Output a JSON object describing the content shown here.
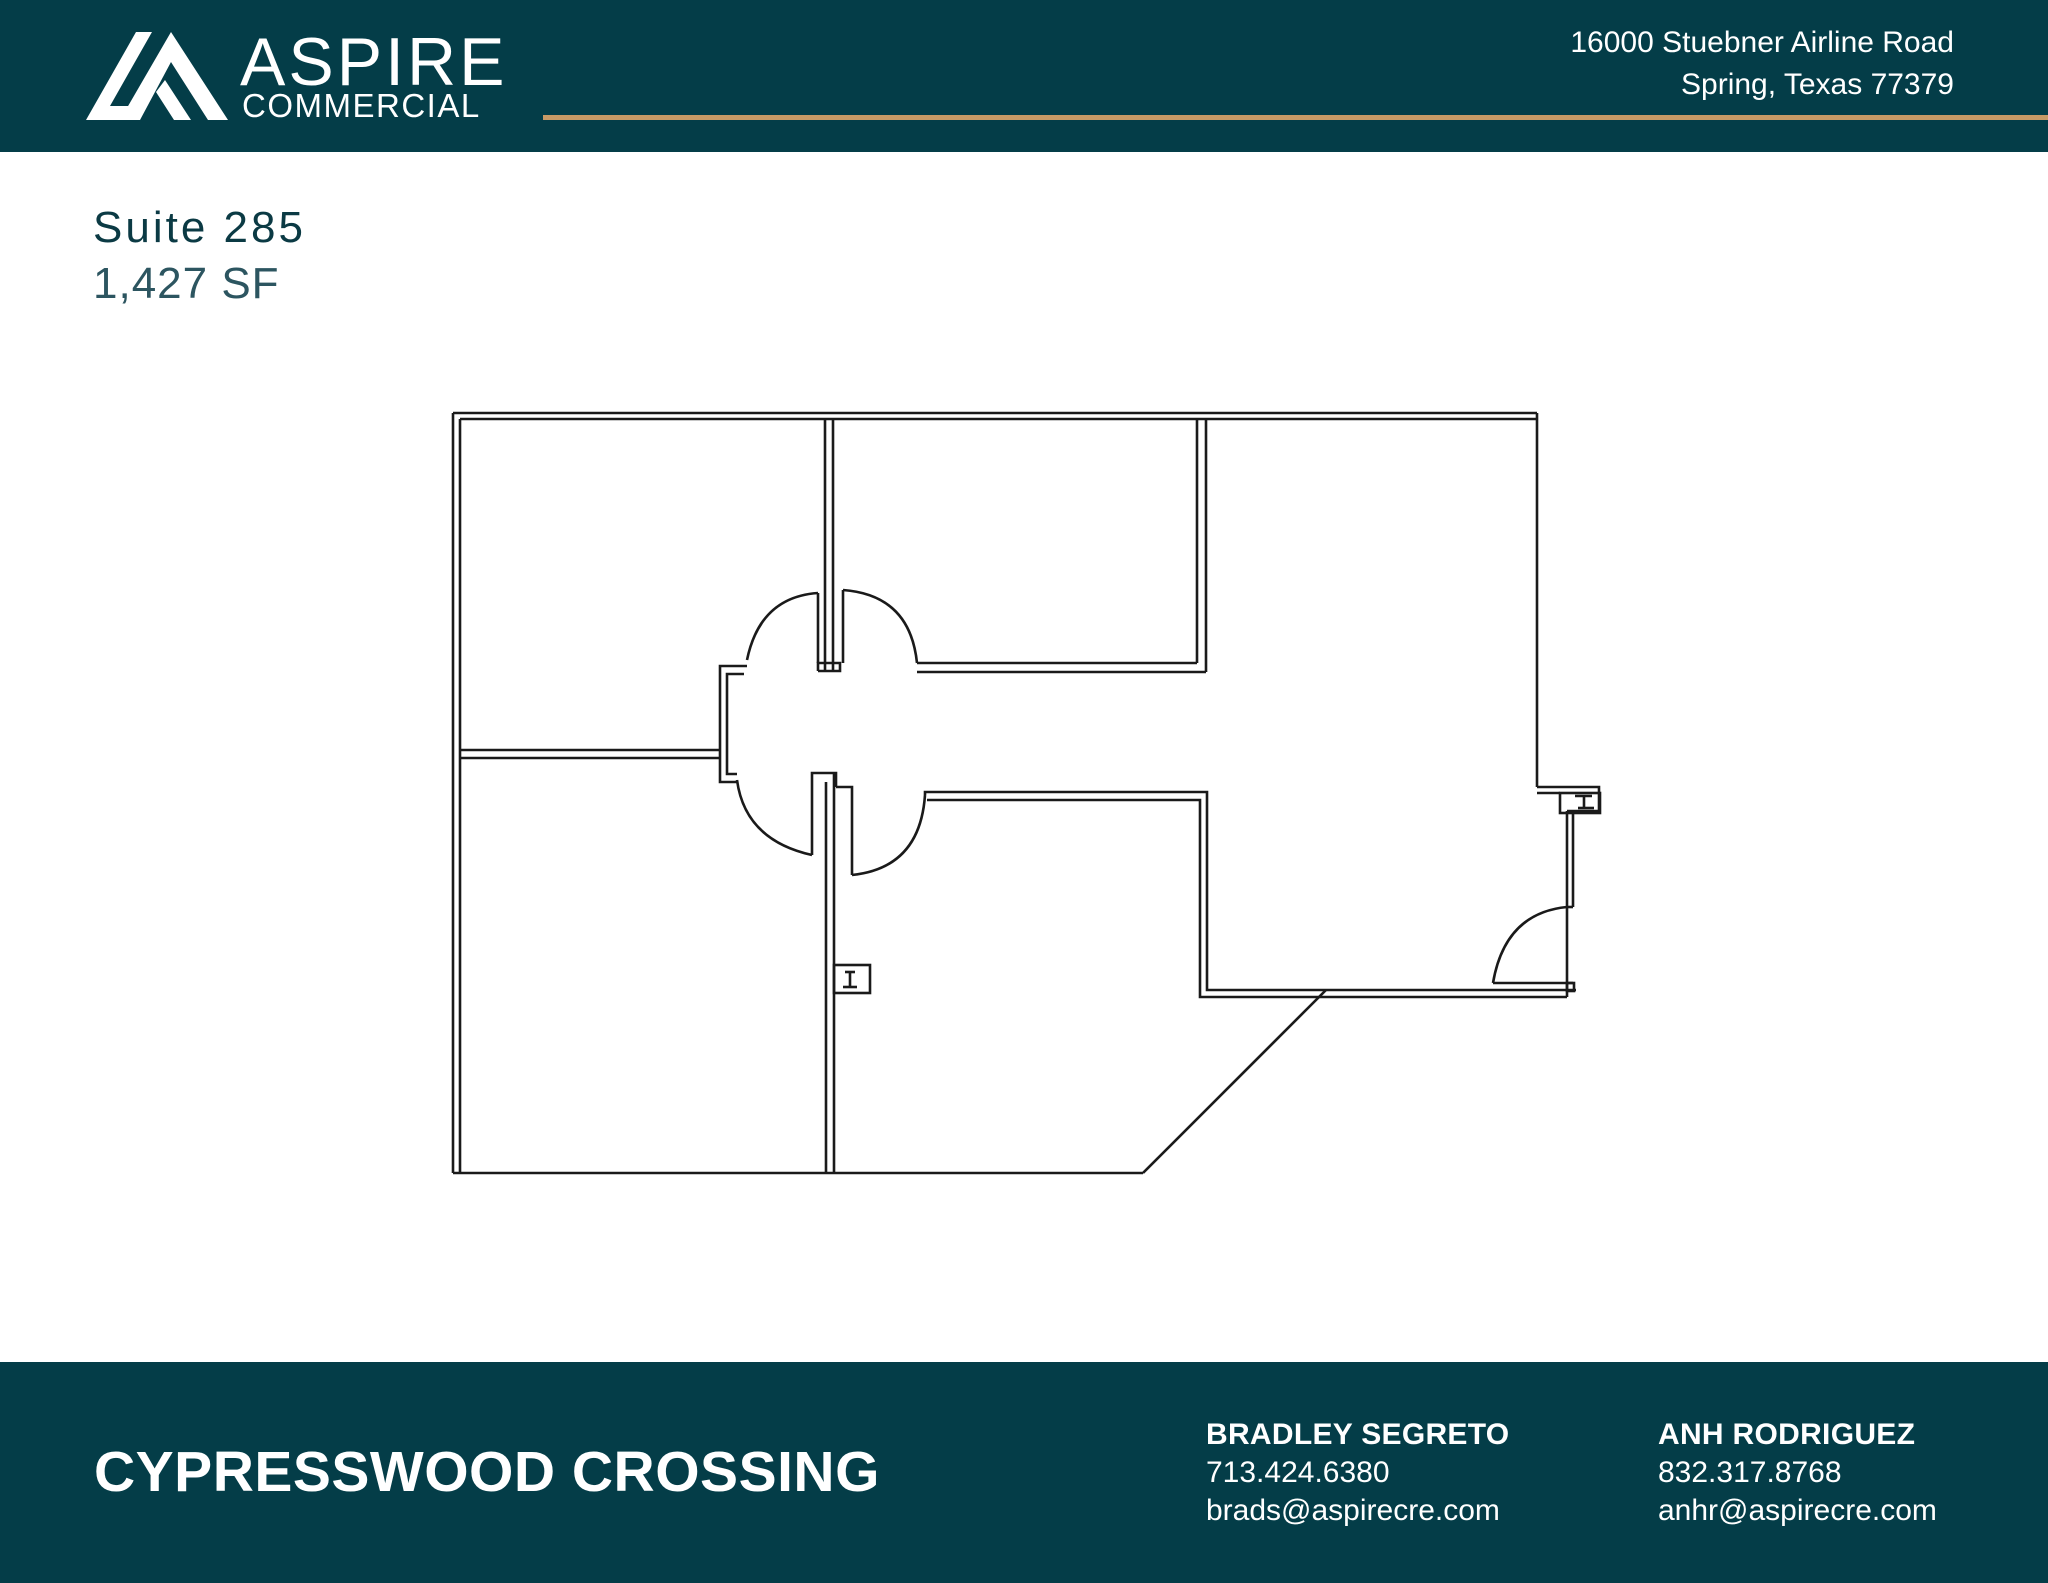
{
  "header": {
    "logo": {
      "icon": "aspire-mountain-logo-icon",
      "brand": "ASPIRE",
      "sub": "COMMERCIAL"
    },
    "address": {
      "line1": "16000 Stuebner Airline Road",
      "line2": "Spring, Texas 77379"
    },
    "colors": {
      "background": "#043d48",
      "accent_line": "#c89a66"
    }
  },
  "suite": {
    "title": "Suite 285",
    "area": "1,427 SF"
  },
  "floorplan": {
    "description": "Floor plan outline of Suite 285 with four offices, a central hub with doors, a reception/open area and an entry door on the right",
    "line_color": "#1a1a1a"
  },
  "footer": {
    "property_name": "CYPRESSWOOD CROSSING",
    "contacts": [
      {
        "name": "BRADLEY SEGRETO",
        "phone": "713.424.6380",
        "email": "brads@aspirecre.com"
      },
      {
        "name": "ANH RODRIGUEZ",
        "phone": "832.317.8768",
        "email": "anhr@aspirecre.com"
      }
    ],
    "colors": {
      "background": "#043d48",
      "text": "#ffffff"
    }
  }
}
